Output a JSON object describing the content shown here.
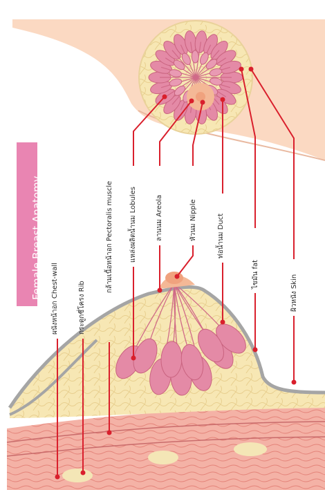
{
  "title": "Female Breast Anatomy",
  "colors": {
    "title_bg": "#e985b2",
    "skin": "#fbd9c2",
    "fat": "#f7e7b4",
    "lobule": "#e58aa5",
    "line": "#d91f2c",
    "muscle": "#f2a3a0"
  },
  "labels": [
    {
      "key": "chest_wall",
      "text": "ผนังหน้าอก Chest-wall"
    },
    {
      "key": "rib",
      "text": "กระดูกซี่โครง Rib"
    },
    {
      "key": "pectoralis",
      "text": "กล้ามเนื้อหน้าอก Pectoralis muscle"
    },
    {
      "key": "lobules",
      "text": "แหล่งผลิตน้ำนม Lobules"
    },
    {
      "key": "areola",
      "text": "ลานนม Areola"
    },
    {
      "key": "nipple",
      "text": "หัวนม Nipple"
    },
    {
      "key": "duct",
      "text": "ท่อน้ำนม Duct"
    },
    {
      "key": "fat",
      "text": "ไขมัน fat"
    },
    {
      "key": "skin",
      "text": "ผิวหนัง Skin"
    }
  ]
}
